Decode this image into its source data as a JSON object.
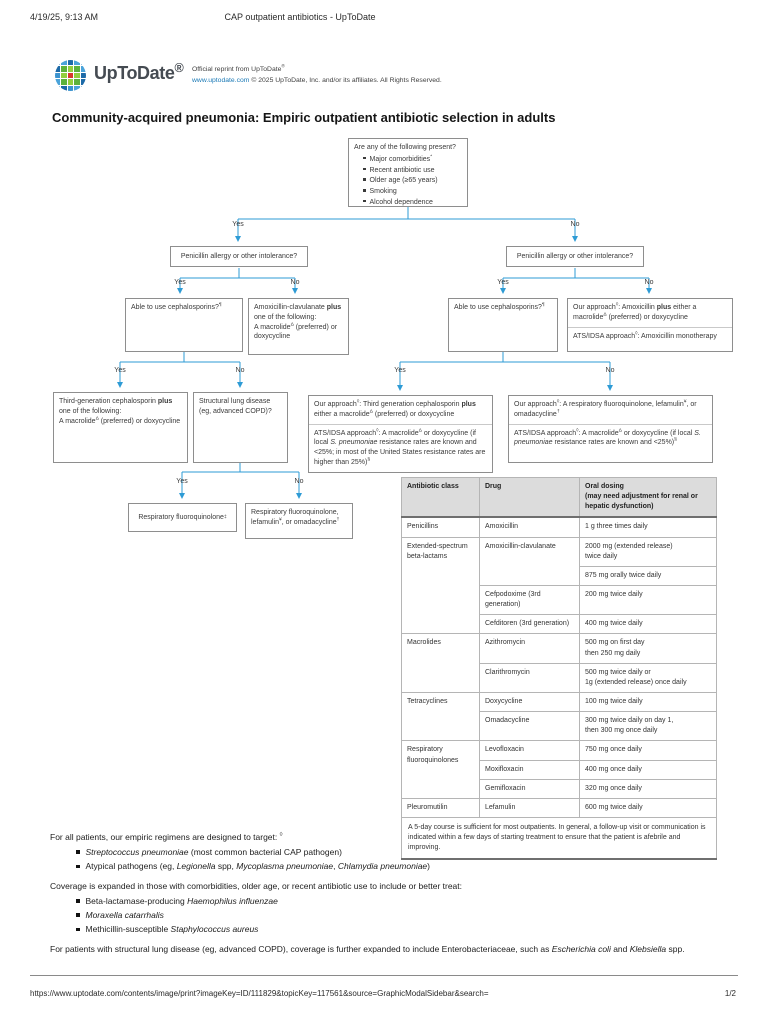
{
  "page": {
    "timestamp": "4/19/25, 9:13 AM",
    "header_title": "CAP outpatient antibiotics - UpToDate",
    "footer_url": "https://www.uptodate.com/contents/image/print?imageKey=ID/111829&topicKey=117561&source=GraphicModalSidebar&search=",
    "page_number": "1/2"
  },
  "header": {
    "brand": "UpToDate^®^",
    "reprint_line1": "Official reprint from UpToDate^®^",
    "reprint_link": "www.uptodate.com",
    "reprint_rest": " © 2025 UpToDate, Inc. and/or its affiliates. All Rights Reserved."
  },
  "title": "Community-acquired pneumonia: Empiric outpatient antibiotic selection in adults",
  "labels": {
    "yes": "Yes",
    "no": "No"
  },
  "flow": {
    "root_title": "Are any of the following present?",
    "root_items": [
      "Major comorbidities^*^",
      "Recent antibiotic use",
      "Older age (≥65 years)",
      "Smoking",
      "Alcohol dependence"
    ],
    "penicillin_q": "Penicillin allergy or other intolerance?",
    "ceph_q": "Able to use cephalosporins?^¶^",
    "amox_clav": "Amoxicillin-clavulanate **plus** one of the following:\nA macrolide^Δ^ (preferred) or doxycycline",
    "our_amox": "Our approach^◊^: Amoxicillin **plus** either a macrolide^Δ^ (preferred) or doxycycline",
    "atsidsa_amox": "ATS/IDSA approach^◊^: Amoxicillin monotherapy",
    "third_gen": "Third-generation cephalosporin **plus** one of the following:\nA macrolide^Δ^ (preferred) or doxycycline",
    "structural": "Structural lung disease (eg, advanced COPD)?",
    "our_third": "Our approach^◊^: Third generation cephalosporin **plus** either a macrolide^Δ^ (preferred) or doxycycline",
    "atsidsa_macrolide_long": "ATS/IDSA approach^◊^: A macrolide^Δ^ or doxycycline (if local _S. pneumoniae_ resistance rates are known and <25%; in most of the United States resistance rates are higher than 25%)^§^",
    "our_fq": "Our approach^◊^: A respiratory fluoroquinolone, lefamulin^¥^, or omadacycline^†^",
    "atsidsa_macrolide_short": "ATS/IDSA approach^◊^: A macrolide^Δ^ or doxycycline (if local _S. pneumoniae_ resistance rates are known and <25%)^§^",
    "resp_fq": "Respiratory fluoroquinolone^‡^",
    "resp_fq_alt": "Respiratory fluoroquinolone, lefamulin^¥^, or omadacycline^†^"
  },
  "table": {
    "headers": {
      "class": "Antibiotic class",
      "drug": "Drug",
      "dose": "Oral dosing\n(may need adjustment for renal or hepatic dysfunction)"
    },
    "rows": [
      {
        "cls": "Penicillins",
        "drug": "Amoxicillin",
        "dose": "1 g three times daily"
      },
      {
        "cls": "Extended-spectrum beta-lactams",
        "drug": "Amoxicillin-clavulanate",
        "dose": "2000 mg (extended release)\ntwice daily"
      },
      {
        "dose": "875 mg orally twice daily"
      },
      {
        "drug": "Cefpodoxime (3rd generation)",
        "dose": "200 mg twice daily"
      },
      {
        "drug": "Cefditoren (3rd generation)",
        "dose": "400 mg twice daily"
      },
      {
        "cls": "Macrolides",
        "drug": "Azithromycin",
        "dose": "500 mg on first day\nthen 250 mg daily"
      },
      {
        "drug": "Clarithromycin",
        "dose": "500 mg twice daily or\n1g (extended release) once daily"
      },
      {
        "cls": "Tetracyclines",
        "drug": "Doxycycline",
        "dose": "100 mg twice daily"
      },
      {
        "drug": "Omadacycline",
        "dose": "300 mg twice daily on day 1,\nthen 300 mg once daily"
      },
      {
        "cls": "Respiratory fluoroquinolones",
        "drug": "Levofloxacin",
        "dose": "750 mg once daily"
      },
      {
        "drug": "Moxifloxacin",
        "dose": "400 mg once daily"
      },
      {
        "drug": "Gemifloxacin",
        "dose": "320 mg once daily"
      },
      {
        "cls": "Pleuromutilin",
        "drug": "Lefamulin",
        "dose": "600 mg twice daily"
      }
    ],
    "footnote": "A 5-day course is sufficient for most outpatients. In general, a follow-up visit or communication is indicated within a few days of starting treatment to ensure that the patient is afebrile and improving."
  },
  "bottom": {
    "p1": "For all patients, our empiric regimens are designed to target: ^◊^",
    "p1_items": [
      "_Streptococcus pneumoniae_ (most common bacterial CAP pathogen)",
      "Atypical pathogens (eg, _Legionella_ spp, _Mycoplasma pneumoniae_, _Chlamydia pneumoniae_)"
    ],
    "p2": "Coverage is expanded in those with comorbidities, older age, or recent antibiotic use to include or better treat:",
    "p2_items": [
      "Beta-lactamase-producing _Haemophilus influenzae_",
      "_Moraxella catarrhalis_",
      "Methicillin-susceptible _Staphylococcus aureus_"
    ],
    "p3": "For patients with structural lung disease (eg, advanced COPD), coverage is further expanded to include Enterobacteriaceae, such as _Escherichia coli_ and _Klebsiella_ spp."
  },
  "colors": {
    "accent_line": "#2e9bd5",
    "header_bg": "#dcdcdc",
    "link": "#1a79b6"
  }
}
